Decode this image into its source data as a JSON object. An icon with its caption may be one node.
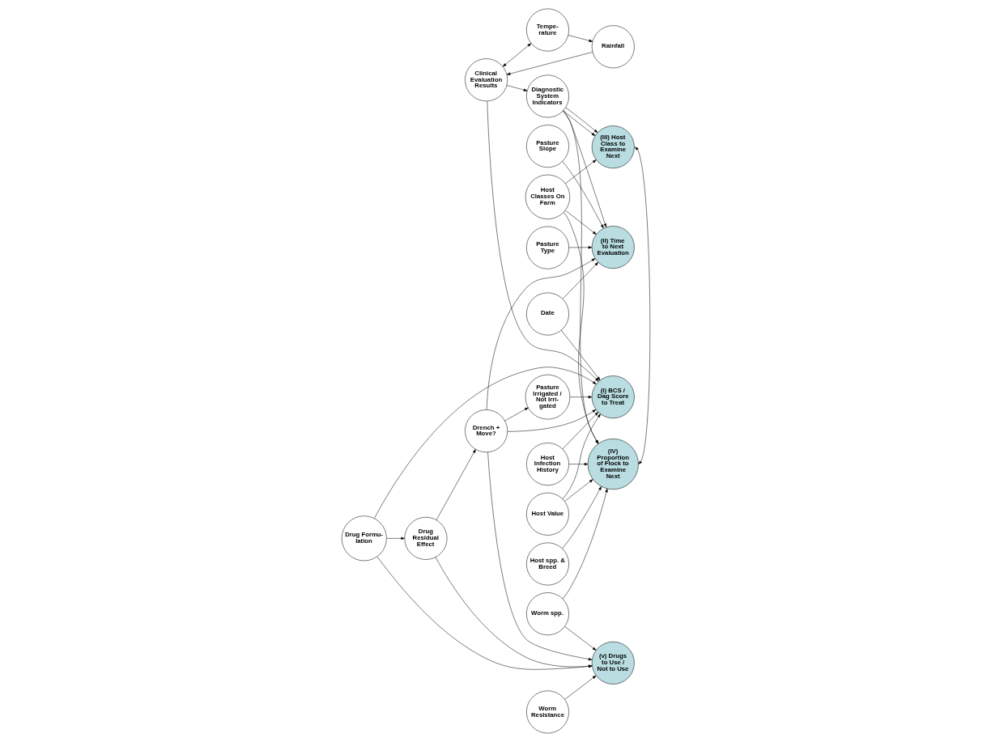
{
  "diagram": {
    "nodes": [
      {
        "text": [
          "Date"
        ]
      },
      {
        "text": [
          "(I) BCS / Dag Score to Treat"
        ]
      },
      {
        "text": [
          "Clinical Evaluation Results"
        ]
      },
      {
        "text": [
          "Rainfall"
        ]
      },
      {
        "text": [
          "Tempe- rature"
        ]
      },
      {
        "text": [
          "Worm spp."
        ]
      },
      {
        "text": [
          "Worm Resistance"
        ]
      },
      {
        "text": [
          "(II) Time to Next Evaluation"
        ]
      },
      {
        "text": [
          "Diagnostic System Indicators"
        ]
      },
      {
        "text": [
          "Pasture Slope"
        ]
      },
      {
        "text": [
          "Pasture Type"
        ]
      },
      {
        "text": [
          "(III) Host Class to Examine Next"
        ]
      },
      {
        "text": [
          "Host spp. & Breed"
        ]
      },
      {
        "text": [
          "Host Value"
        ]
      },
      {
        "text": [
          "Pasture Irrigated / Not Irri- gated"
        ]
      },
      {
        "text": [
          "Drench + Move?"
        ]
      },
      {
        "text": [
          "(IV) Proportion of Flock to Examine Next"
        ]
      },
      {
        "text": [
          "Host Classes On Farm"
        ]
      },
      {
        "text": [
          "Host Infection History"
        ]
      },
      {
        "text": [
          "Drug Residual Effect"
        ]
      },
      {
        "text": [
          "(v) Drugs to Use / Not to Use"
        ]
      },
      {
        "text": [
          "Drug Formu- lation"
        ]
      }
    ],
    "edges": [
      {
        "from": 0,
        "to": 1,
        "arrow": "to"
      },
      {
        "from": 0,
        "to": 7,
        "arrow": "to"
      },
      {
        "from": 2,
        "to": 1,
        "arrow": "to"
      },
      {
        "from": 3,
        "to": 2,
        "arrow": "to"
      },
      {
        "from": 4,
        "to": 3,
        "arrow": "to"
      },
      {
        "from": 2,
        "to": 4,
        "arrow": "both"
      },
      {
        "from": 2,
        "to": 8,
        "arrow": "to"
      },
      {
        "from": 5,
        "to": 16,
        "arrow": "to"
      },
      {
        "from": 5,
        "to": 20,
        "arrow": "to"
      },
      {
        "from": 14,
        "to": 1,
        "arrow": "to"
      },
      {
        "from": 6,
        "to": 20,
        "arrow": "to"
      },
      {
        "from": 15,
        "to": 1,
        "arrow": "to"
      },
      {
        "from": 15,
        "to": 7,
        "arrow": "to"
      },
      {
        "from": 9,
        "to": 7,
        "arrow": "to"
      },
      {
        "from": 10,
        "to": 7,
        "arrow": "to"
      },
      {
        "from": 8,
        "to": 7,
        "arrow": "to"
      },
      {
        "from": 8,
        "to": 11,
        "arrow": "to"
      },
      {
        "from": 8,
        "to": 11,
        "arrow": "to"
      },
      {
        "from": 8,
        "to": 16,
        "arrow": "to"
      },
      {
        "from": 13,
        "to": 1,
        "arrow": "to"
      },
      {
        "from": 13,
        "to": 16,
        "arrow": "to"
      },
      {
        "from": 12,
        "to": 16,
        "arrow": "to"
      },
      {
        "from": 17,
        "to": 7,
        "arrow": "to"
      },
      {
        "from": 17,
        "to": 11,
        "arrow": "to"
      },
      {
        "from": 17,
        "to": 16,
        "arrow": "to"
      },
      {
        "from": 18,
        "to": 16,
        "arrow": "to"
      },
      {
        "from": 18,
        "to": 1,
        "arrow": "to"
      },
      {
        "from": 21,
        "to": 1,
        "arrow": "to"
      },
      {
        "from": 11,
        "to": 16,
        "arrow": "both"
      },
      {
        "from": 15,
        "to": 14,
        "arrow": "to"
      },
      {
        "from": 15,
        "to": 20,
        "arrow": "to"
      },
      {
        "from": 19,
        "to": 15,
        "arrow": "to"
      },
      {
        "from": 19,
        "to": 20,
        "arrow": "to"
      },
      {
        "from": 21,
        "to": 20,
        "arrow": "to"
      },
      {
        "from": 21,
        "to": 19,
        "arrow": "to"
      }
    ]
  }
}
